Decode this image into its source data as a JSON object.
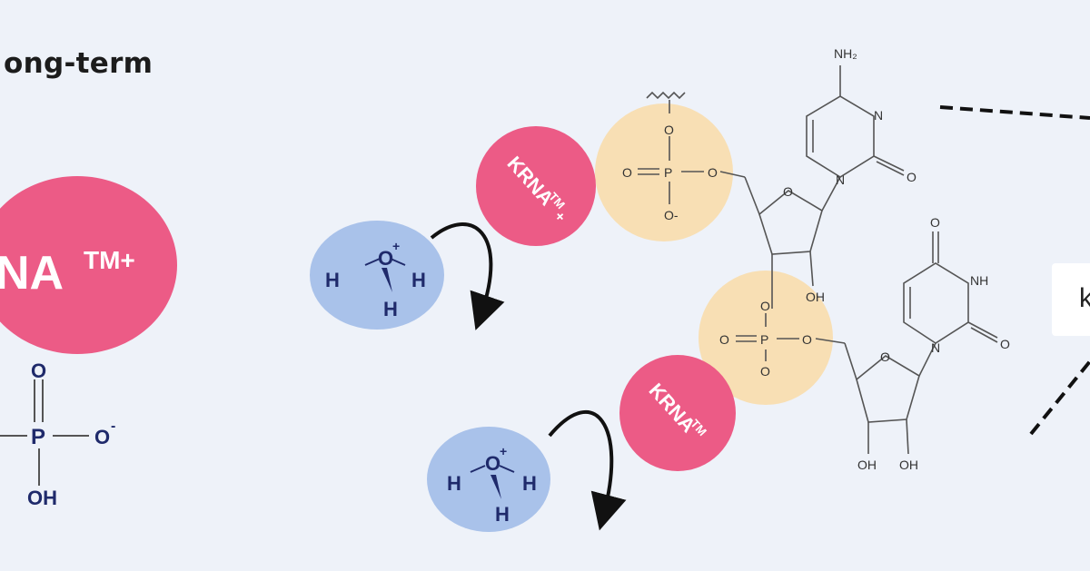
{
  "header": {
    "title_fragment": "ong-term"
  },
  "colors": {
    "background": "#eef2f9",
    "krna_pink": "#ec5b86",
    "water_blue": "#a9c2ea",
    "phosphate_peach": "#f8dfb4",
    "chem_navy": "#1f2a6b",
    "bond_grey": "#555555"
  },
  "big_label": {
    "main": "NA",
    "sup": "TM+"
  },
  "left_phosphate": {
    "p": "P",
    "o_top": "O",
    "o_right": "O",
    "o_right_charge": "-",
    "oh": "OH"
  },
  "krna_small": [
    {
      "text": "KRNA",
      "sup": "TM",
      "suffix": "+"
    },
    {
      "text": "KRNA",
      "sup": "TM",
      "suffix": ""
    }
  ],
  "water": {
    "h": "H",
    "o": "O",
    "charge": "+"
  },
  "phosphate_labels": {
    "o": "O",
    "p": "P",
    "o_minus": "O-"
  },
  "nucleotide_labels": {
    "nh2": "NH₂",
    "n": "N",
    "o": "O",
    "oh": "OH",
    "nh": "NH"
  },
  "right_box_letter": "k"
}
